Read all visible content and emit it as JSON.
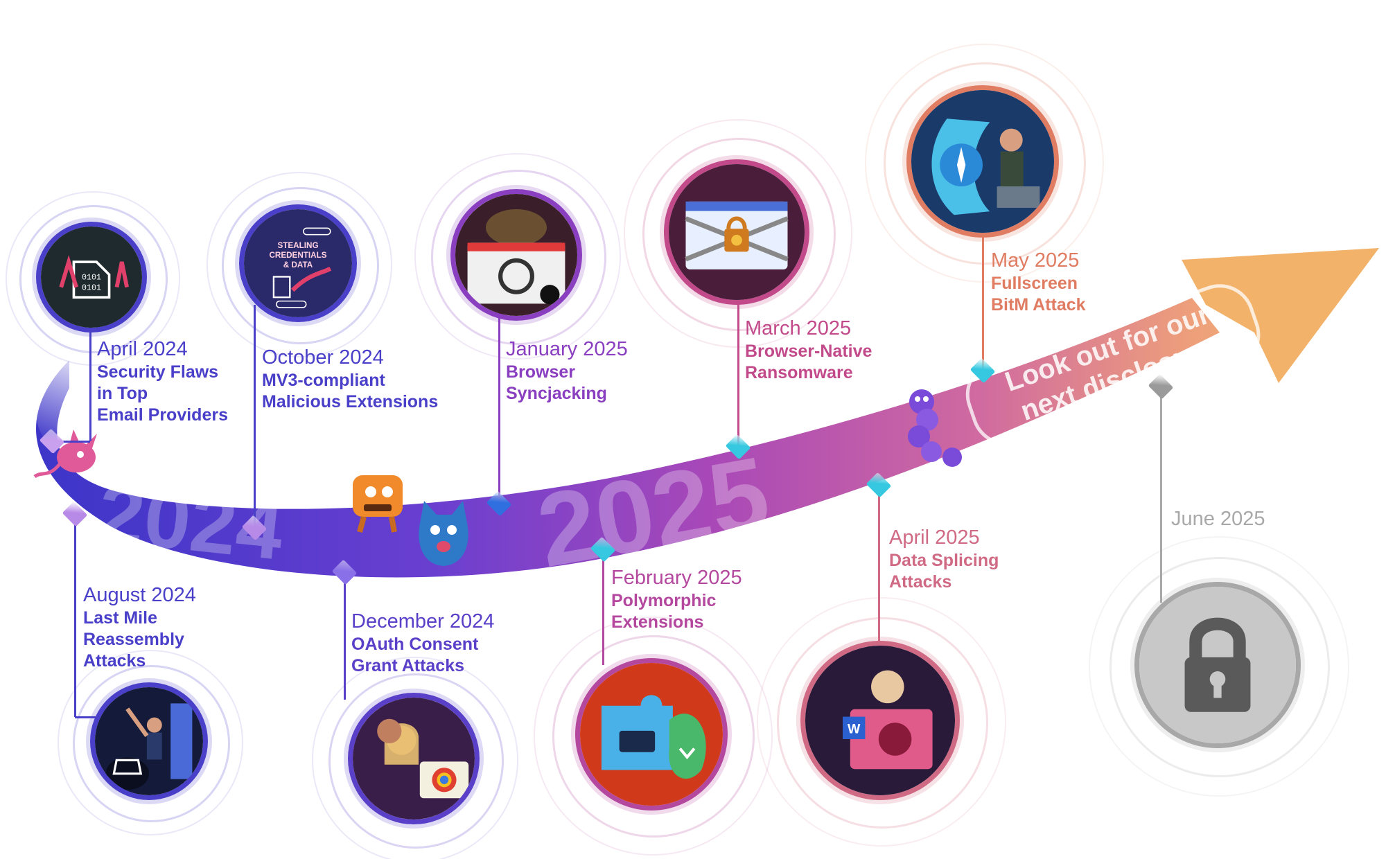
{
  "ribbon": {
    "year_2024": "2024",
    "year_2025": "2025",
    "arrow_text_line1": "Look out for our",
    "arrow_text_line2": "next disclosure"
  },
  "milestones": [
    {
      "date": "April 2024",
      "title": "Security Flaws\nin Top\nEmail Providers",
      "color": "#4a3fc9",
      "icon": "email-code-icon"
    },
    {
      "date": "August 2024",
      "title": "Last Mile\nReassembly\nAttacks",
      "color": "#4a3fc9",
      "icon": "conference-speaker-icon"
    },
    {
      "date": "October 2024",
      "title": "MV3-compliant\nMalicious Extensions",
      "color": "#4a3fc9",
      "icon": "stealing-credentials-icon",
      "badge_text": "STEALING\nCREDENTIALS\n& DATA"
    },
    {
      "date": "December 2024",
      "title": "OAuth Consent\nGrant Attacks",
      "color": "#5a3fc9",
      "icon": "browser-users-icon"
    },
    {
      "date": "January 2025",
      "title": "Browser\nSyncjacking",
      "color": "#8a3fc0",
      "icon": "hijacked-browser-icon"
    },
    {
      "date": "February 2025",
      "title": "Polymorphic\nExtensions",
      "color": "#b4479e",
      "icon": "puzzle-extension-icon"
    },
    {
      "date": "March 2025",
      "title": "Browser-Native\nRansomware",
      "color": "#c24a8a",
      "icon": "locked-browser-icon"
    },
    {
      "date": "April 2025",
      "title": "Data Splicing\nAttacks",
      "color": "#d06a84",
      "icon": "data-splicing-icon"
    },
    {
      "date": "May 2025",
      "title": "Fullscreen\nBitM Attack",
      "color": "#e07c62",
      "icon": "safari-hacker-icon"
    },
    {
      "date": "June 2025",
      "title": "",
      "color": "#a8a8a8",
      "icon": "padlock-icon"
    }
  ],
  "colors": {
    "indigo": "#3b35c8",
    "purple": "#8a3fc0",
    "magenta": "#c44a9c",
    "pink": "#e07c8c",
    "orange": "#f2b26a",
    "cube_cyan": "#35c8e0",
    "cube_blue": "#2f6fe0",
    "cube_violet": "#b88ae8",
    "cube_grey": "#9a9a9a"
  }
}
